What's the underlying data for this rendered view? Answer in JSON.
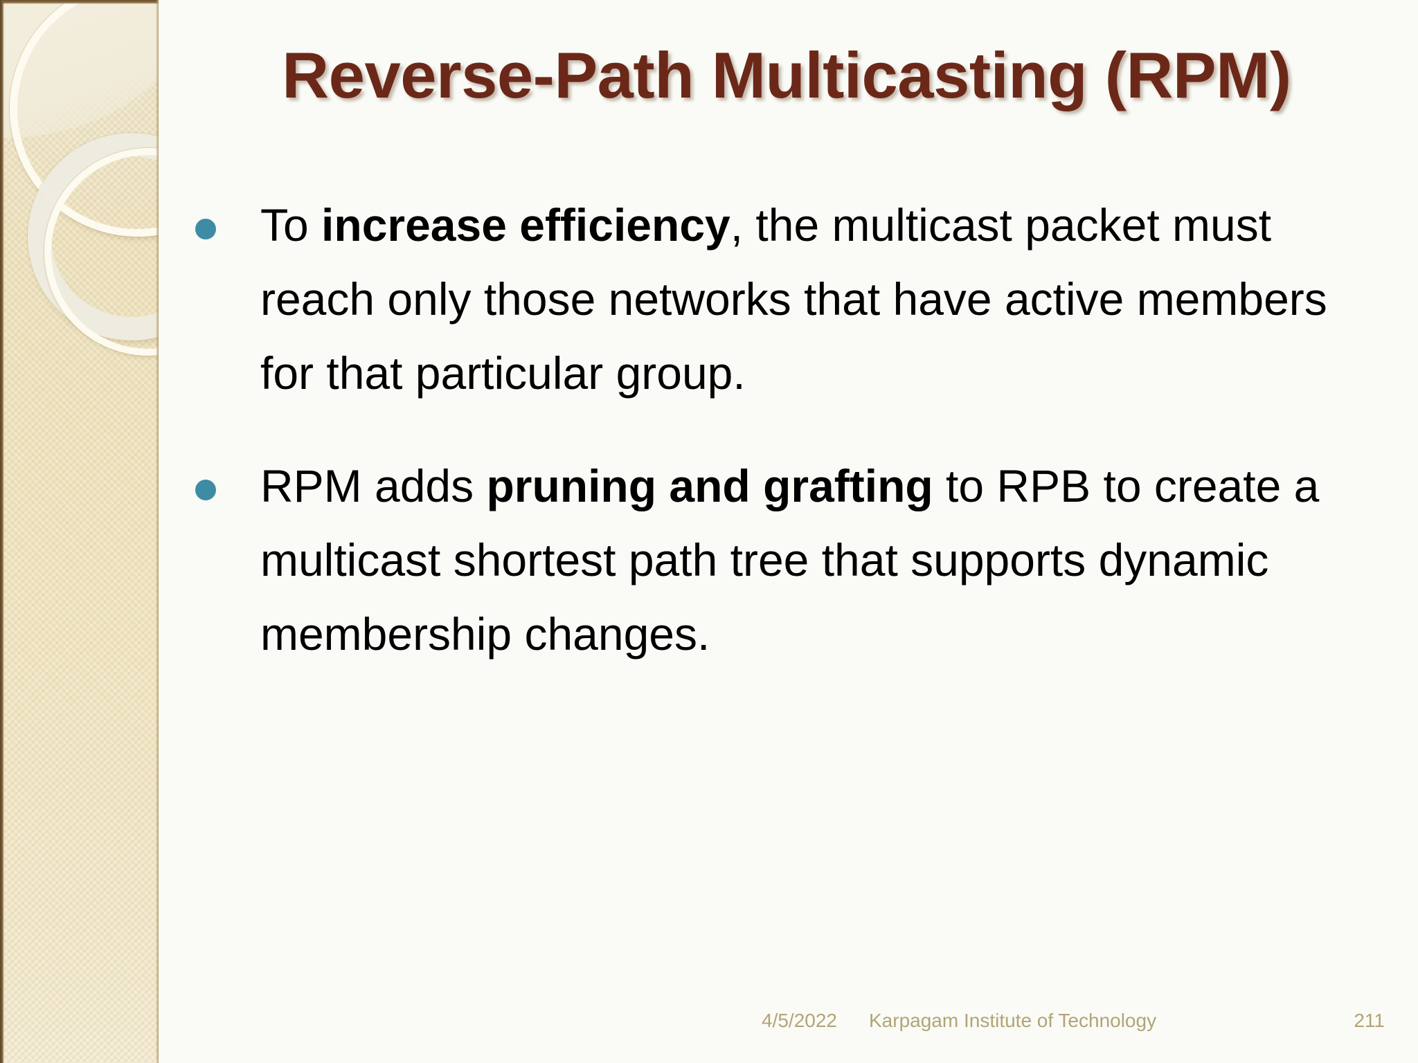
{
  "slide": {
    "title": "Reverse-Path Multicasting (RPM)",
    "title_color": "#6B2818",
    "background_color": "#FAFBF6",
    "bullet_color": "#3E8CA3",
    "body_text_color": "#000000",
    "footer_color": "#B2A477",
    "sidebar": {
      "base_color": "#EEE2BD",
      "highlight_color": "#F3EEDD",
      "ring_color": "#FDFAF0",
      "edge_color": "#6A4F2C",
      "decorations": [
        "ring-outline-large",
        "ring-band-thick",
        "ring-outline-small"
      ]
    }
  },
  "bullets": [
    {
      "marker": "filled-circle",
      "segments": [
        {
          "text": "To ",
          "bold": false
        },
        {
          "text": "increase efficiency",
          "bold": true
        },
        {
          "text": ", the multicast packet must reach only those networks that have active members for that particular group.",
          "bold": false
        }
      ]
    },
    {
      "marker": "filled-circle",
      "segments": [
        {
          "text": "RPM adds ",
          "bold": false
        },
        {
          "text": "pruning and grafting",
          "bold": true
        },
        {
          "text": " to RPB to create a multicast shortest path tree that supports dynamic membership changes.",
          "bold": false
        }
      ]
    }
  ],
  "footer": {
    "date": "4/5/2022",
    "organization": "Karpagam Institute of Technology",
    "slide_number": "211"
  }
}
